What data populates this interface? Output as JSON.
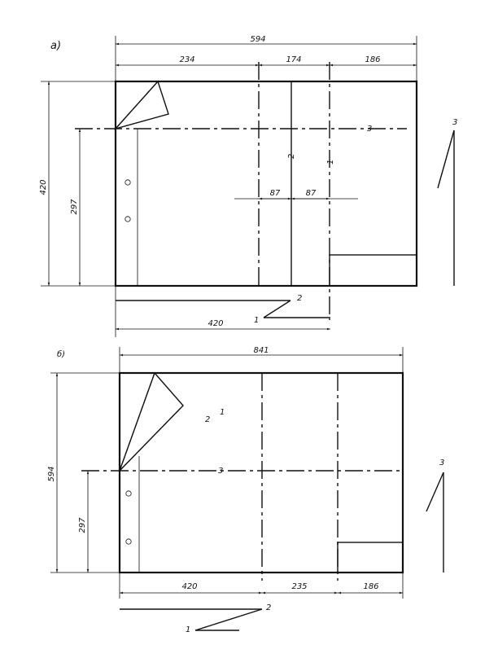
{
  "panel_a": {
    "label": "а)",
    "dims": {
      "total_width": "594",
      "seg1": "234",
      "seg2": "174",
      "seg3": "186",
      "height": "420",
      "inner_height": "297",
      "half1": "87",
      "half2": "87",
      "bottom": "420"
    },
    "fold_labels": {
      "l1": "1",
      "l2": "2",
      "l3": "3"
    },
    "side_label": "3",
    "bottom_labels": {
      "l1": "1",
      "l2": "2"
    }
  },
  "panel_b": {
    "label": "б)",
    "dims": {
      "total_width": "841",
      "height": "594",
      "inner_height": "297",
      "seg1": "420",
      "seg2": "235",
      "seg3": "186"
    },
    "fold_labels": {
      "l1": "1",
      "l2": "2",
      "l3": "3"
    },
    "side_label": "3",
    "bottom_labels": {
      "l1": "1",
      "l2": "2"
    }
  }
}
